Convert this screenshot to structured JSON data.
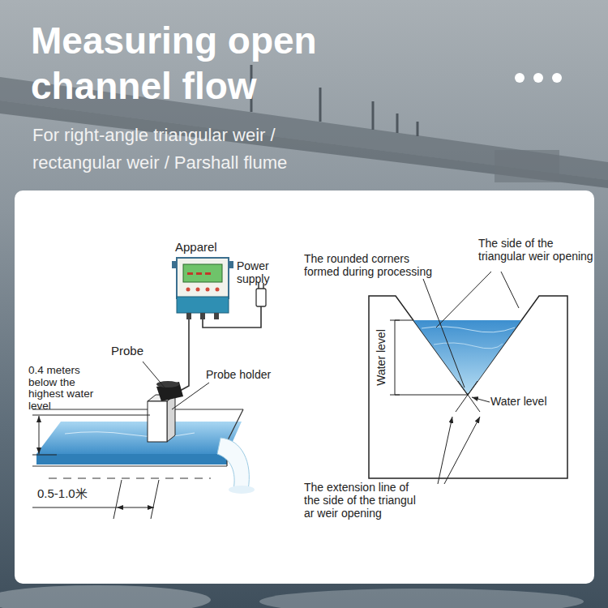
{
  "diagram": {
    "title": "Measuring open channel flow",
    "labels": [
      "For right-angle triangular weir / rectangular weir / Parshall flume",
      "Apparel",
      "Power supply",
      "Probe",
      "Probe holder",
      "0.4 meters below the highest water level",
      "0.5-1.0米",
      "The rounded corners formed during processing",
      "The side of the triangular weir opening",
      "Water level",
      "Water level",
      "The extension line of the side of the triangul ar weir opening"
    ]
  }
}
